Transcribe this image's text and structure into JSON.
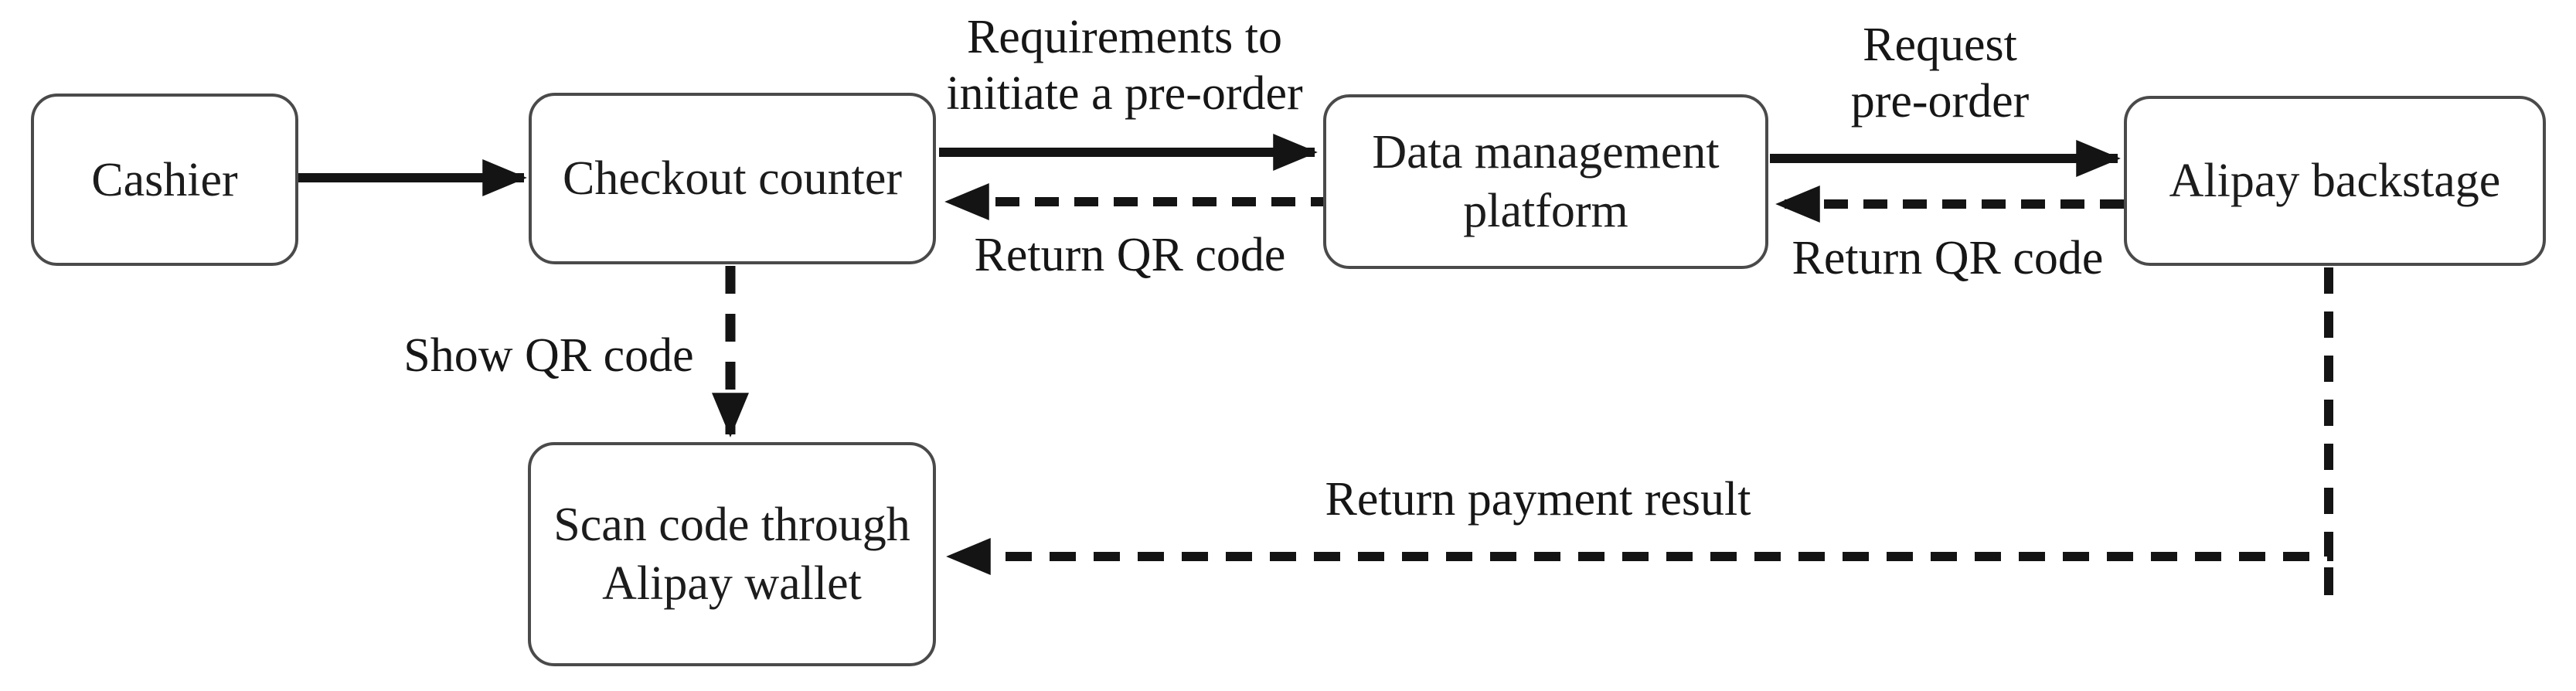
{
  "diagram": {
    "colors": {
      "background": "#ffffff",
      "arrow_line": "#141414",
      "node_border": "#4a4a4a",
      "text": "#1b1b1b"
    },
    "nodes": [
      {
        "id": "cashier",
        "lines": [
          "Cashier"
        ]
      },
      {
        "id": "checkout-counter",
        "lines": [
          "Checkout counter"
        ]
      },
      {
        "id": "data-management-platform",
        "lines": [
          "Data management",
          "platform"
        ]
      },
      {
        "id": "alipay-backstage",
        "lines": [
          "Alipay backstage"
        ]
      },
      {
        "id": "scan-code-alipay-wallet",
        "lines": [
          "Scan code through",
          "Alipay wallet"
        ]
      }
    ],
    "edges": [
      {
        "id": "cashier-to-checkout",
        "style": "solid"
      },
      {
        "id": "checkout-to-data",
        "style": "solid",
        "label_lines": [
          "Requirements to",
          "initiate a pre-order"
        ]
      },
      {
        "id": "data-to-checkout",
        "style": "dashed",
        "label_lines": [
          "Return QR code"
        ]
      },
      {
        "id": "data-to-alipay",
        "style": "solid",
        "label_lines": [
          "Request",
          "pre-order"
        ]
      },
      {
        "id": "alipay-to-data",
        "style": "dashed",
        "label_lines": [
          "Return QR code"
        ]
      },
      {
        "id": "checkout-to-scan",
        "style": "dashed",
        "label_lines": [
          "Show QR code"
        ]
      },
      {
        "id": "alipay-to-scan",
        "style": "dashed",
        "label_lines": [
          "Return payment result"
        ]
      }
    ]
  }
}
